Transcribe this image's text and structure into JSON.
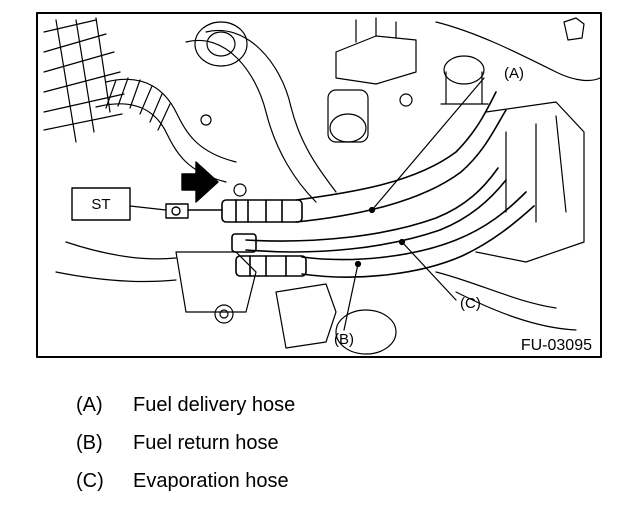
{
  "figure": {
    "id": "FU-03095",
    "callouts": {
      "st": "ST",
      "a": "(A)",
      "b": "(B)",
      "c": "(C)"
    }
  },
  "legend": [
    {
      "key": "(A)",
      "text": "Fuel delivery hose"
    },
    {
      "key": "(B)",
      "text": "Fuel return hose"
    },
    {
      "key": "(C)",
      "text": "Evaporation hose"
    }
  ]
}
